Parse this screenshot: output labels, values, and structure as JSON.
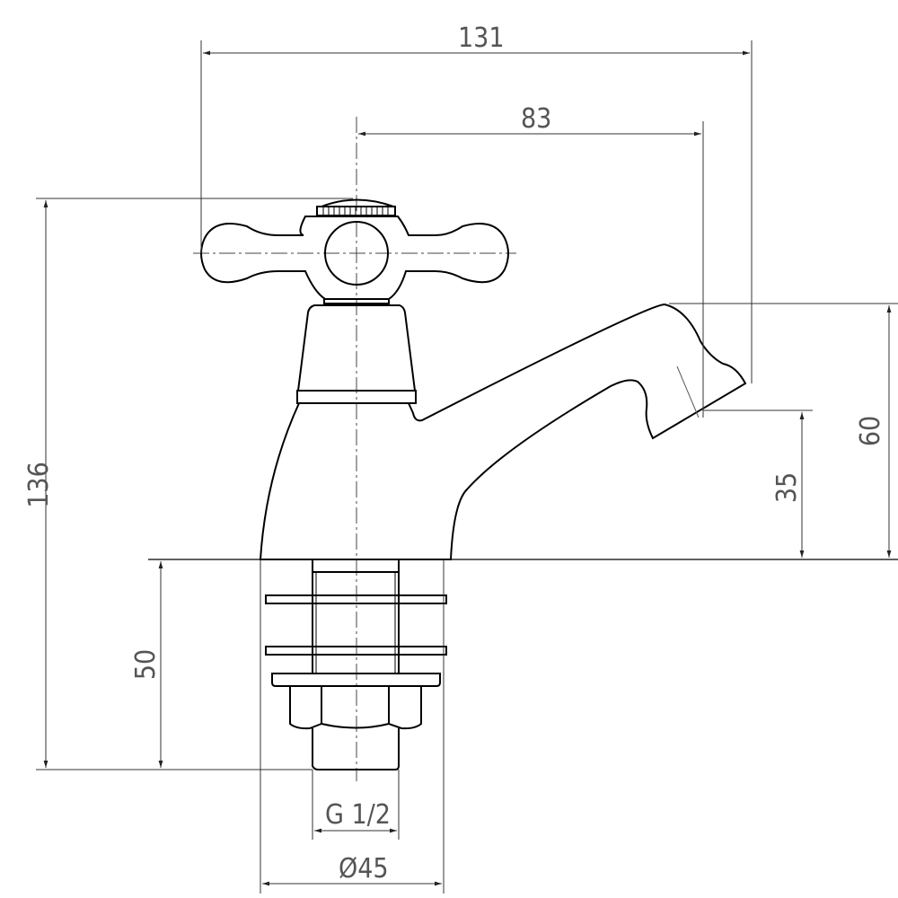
{
  "drawing": {
    "subject": "pillar tap with cross-head handle",
    "line_color": "#000000",
    "dim_color": "#333333",
    "label_color": "#555555"
  },
  "dimensions": {
    "overall_width": "131",
    "spout_reach": "83",
    "overall_height": "136",
    "spout_height": "60",
    "outlet_height": "35",
    "shank_length": "50",
    "thread": "G 1/2",
    "base_diameter": "Ø45"
  }
}
